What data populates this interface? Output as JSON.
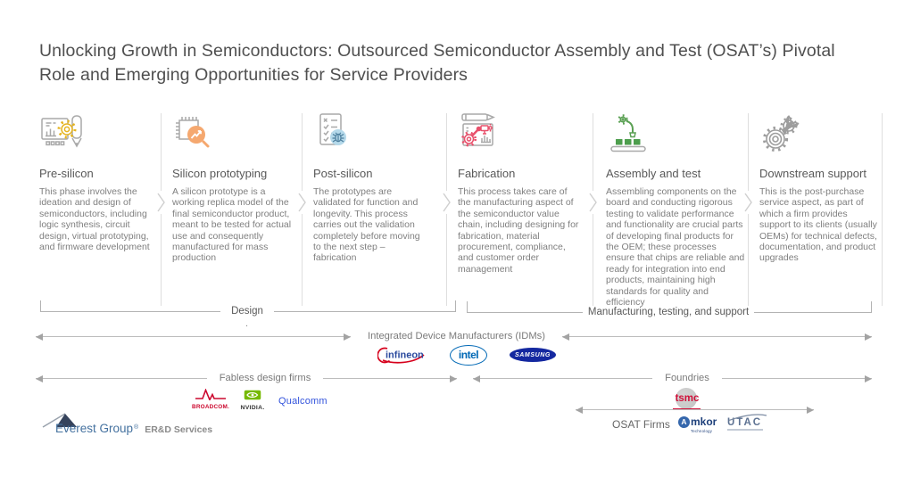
{
  "title": "Unlocking Growth in Semiconductors: Outsourced Semiconductor Assembly and Test (OSAT’s) Pivotal Role and Emerging Opportunities for Service Providers",
  "stages": [
    {
      "name": "Pre-silicon",
      "icon": "design-workstation-icon",
      "description": "This phase involves the ideation and design of semiconductors, including logic synthesis, circuit design, virtual prototyping, and firmware development"
    },
    {
      "name": "Silicon prototyping",
      "icon": "chip-prototype-icon",
      "description": "A silicon prototype is a working replica model of the final semiconductor product, meant to be tested for actual use and consequently manufactured for mass production"
    },
    {
      "name": "Post-silicon",
      "icon": "validation-checklist-icon",
      "description": "The prototypes are validated for function and longevity. This process carries out the validation completely before moving to the next step – fabrication"
    },
    {
      "name": "Fabrication",
      "icon": "fabrication-machine-icon",
      "description": "This process takes care of the manufacturing aspect of the semiconductor value chain, including designing for fabrication, material procurement, compliance, and customer order management"
    },
    {
      "name": "Assembly and test",
      "icon": "assembly-robot-icon",
      "description": "Assembling components on the board and conducting rigorous testing to validate performance and functionality are crucial parts of developing final products for the OEM; these processes ensure that chips are reliable and ready for integration into end products, maintaining high standards for quality and efficiency"
    },
    {
      "name": "Downstream support",
      "icon": "gears-wrench-icon",
      "description": "This is the post-purchase service aspect, as part of which a firm provides support to its clients (usually OEMs) for technical defects, documentation, and product upgrades"
    }
  ],
  "phases": {
    "design_label": "Design",
    "design_dot": ".",
    "manufacturing_label": "Manufacturing, testing, and support"
  },
  "segments": {
    "idm_label": "Integrated Device Manufacturers (IDMs)",
    "fabless_label": "Fabless design firms",
    "foundries_label": "Foundries",
    "osat_label": "OSAT Firms"
  },
  "logos": {
    "infineon": "infineon",
    "intel": "intel",
    "samsung": "SAMSUNG",
    "broadcom": "BROADCOM.",
    "nvidia": "NVIDIA.",
    "qualcomm": "Qualcomm",
    "tsmc": "tsmc",
    "amkor_initial": "A",
    "amkor_rest": "mkor",
    "amkor_sub": "Technology",
    "utac": "UTAC"
  },
  "footer": {
    "brand": "Everest Group",
    "registered": "®",
    "suffix": "ER&D Services"
  },
  "colors": {
    "title_text": "#4f4f4f",
    "heading_text": "#595959",
    "body_text": "#7f7f7f",
    "line_gray": "#bdbdbd",
    "divider_gray": "#dedede",
    "infineon_blue": "#2a4a9e",
    "infineon_red": "#d6001c",
    "intel_blue": "#0068b5",
    "samsung_blue": "#1428a0",
    "broadcom_red": "#cc092f",
    "nvidia_green": "#76b900",
    "qualcomm_blue": "#3253dc",
    "tsmc_red": "#d0103a",
    "tsmc_wafer": "#c9c9c9",
    "amkor_navy": "#1d3f7a",
    "utac_slate": "#5d7292",
    "everest_blue": "#44719f",
    "icon_gray": "#a9a9a9",
    "icon_yellow": "#e6b41f",
    "icon_orange": "#f5a86f",
    "icon_lightblue": "#b5d9ea",
    "icon_crimson": "#e8506b",
    "icon_green": "#5aa053"
  }
}
